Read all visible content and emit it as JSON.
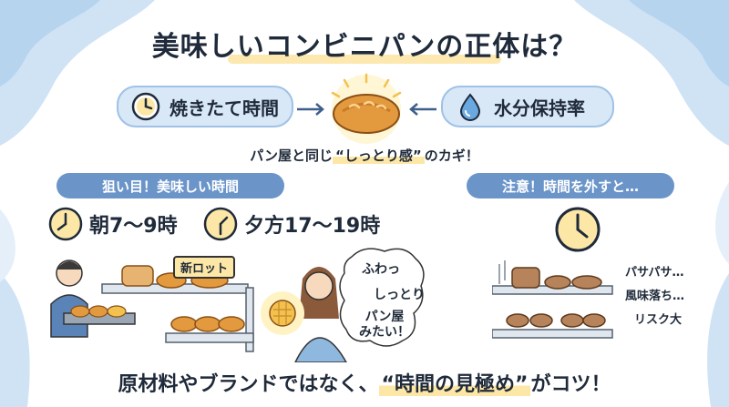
{
  "title": "美味しいコンビニパンの正体は？",
  "factors": {
    "left": "焼きたて時間",
    "right": "水分保持率"
  },
  "caption": {
    "prefix": "パン屋と同じ",
    "highlight": "“しっとり感”",
    "suffix": "のカギ！"
  },
  "left_section": {
    "header": "狙い目！美味しい時間",
    "morning": "朝7〜9時",
    "evening": "夕方17〜19時",
    "tag": "新ロット",
    "bubble_fuwa": "ふわっ",
    "bubble_shittori": "しっとり",
    "bubble_panya": [
      "パン屋",
      "みたい！"
    ]
  },
  "right_section": {
    "header": "注意！時間を外すと…",
    "items": [
      "パサパサ…",
      "風味落ち…",
      "リスク大"
    ]
  },
  "bottom": {
    "prefix": "原材料やブランドではなく、",
    "highlight": "“時間の見極め”",
    "suffix": "がコツ！"
  },
  "colors": {
    "background_accent": "#cfe3f5",
    "pill": "#d8e8f7",
    "section_header": "#6b95c9",
    "highlight": "#fde7a6",
    "bread": "#e39a3f"
  },
  "icons": [
    "clock-icon",
    "water-drop-icon",
    "bread-icon",
    "arrow-icon"
  ]
}
